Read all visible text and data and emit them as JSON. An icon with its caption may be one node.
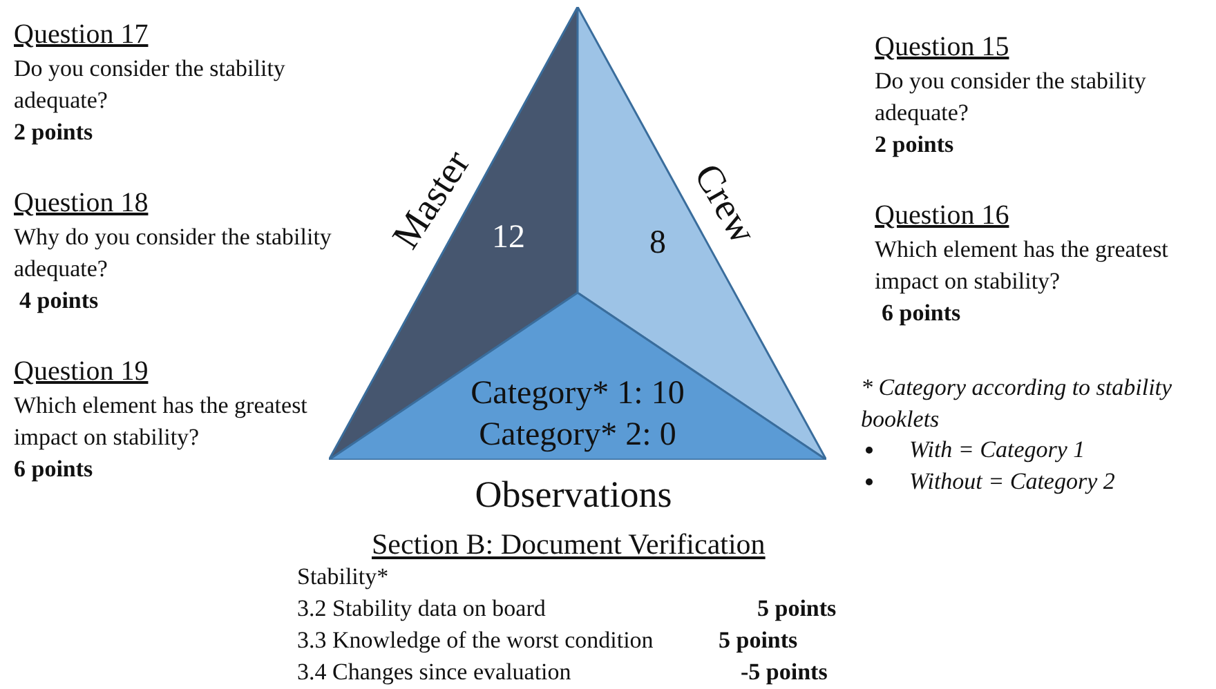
{
  "diagram": {
    "nodes": [
      {
        "text": [
          "12"
        ],
        "beside": [
          "Master"
        ]
      },
      {
        "text": [
          "8"
        ],
        "beside": [
          "Crew"
        ]
      },
      {
        "text": [
          "Category* 1: 10 Category* 2: 0"
        ],
        "beside": [
          "Observations"
        ]
      }
    ],
    "labels": [
      "Question 17",
      "Do you consider the stability adequate?",
      "2 points",
      "Question 18",
      "Why do you consider the stability adequate?",
      "4 points",
      "Question 19",
      "Which element has the greatest impact on stability?",
      "6 points",
      "Question 15",
      "Do you consider the stability adequate?",
      "2 points",
      "Question 16",
      "Which element has the greatest impact on stability?",
      "6 points",
      "* Category according to stability booklets",
      "With = Category 1",
      "Without = Category 2",
      "Section B: Document Verification",
      "Stability*",
      "3.2 Stability data on board",
      "5 points",
      "3.3 Knowledge of the worst condition",
      "5 points",
      "3.4 Changes since evaluation",
      "-5 points"
    ]
  }
}
